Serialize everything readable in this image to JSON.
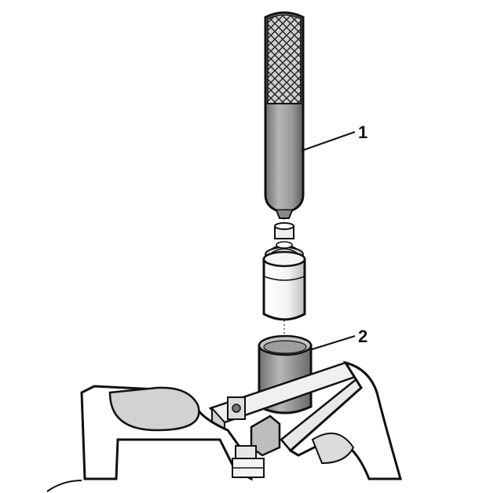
{
  "diagram": {
    "callouts": [
      {
        "id": "1",
        "label": "1"
      },
      {
        "id": "2",
        "label": "2"
      }
    ],
    "colors": {
      "ink": "#111111",
      "shade": "#8a8a8a",
      "light_shade": "#d6d6d6",
      "background": "#ffffff"
    }
  }
}
